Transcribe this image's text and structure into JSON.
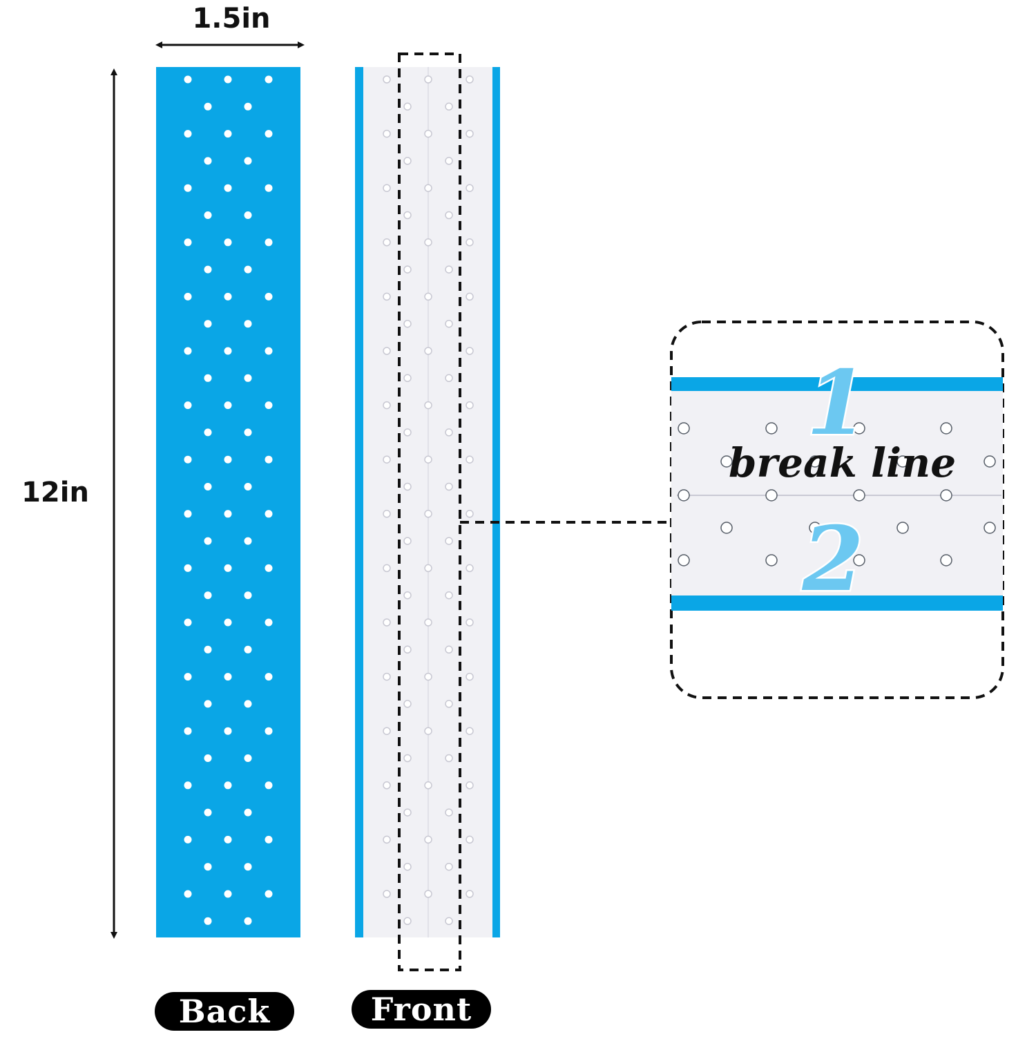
{
  "dimensions": {
    "width": "1.5in",
    "height": "12in"
  },
  "labels": {
    "back": "Back",
    "front": "Front",
    "break_line": "break line",
    "num1": "1",
    "num2": "2"
  },
  "colors": {
    "tape_blue": "#0aa6e6",
    "liner": "#f1f1f5",
    "number_fill": "#6cc8f1",
    "outline": "#111111"
  }
}
